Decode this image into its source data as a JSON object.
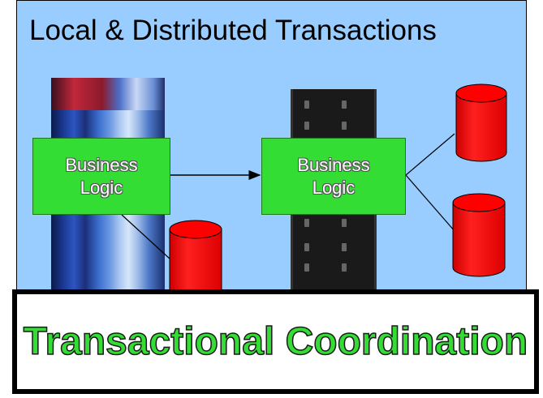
{
  "slide": {
    "title": "Local & Distributed Transactions"
  },
  "nodes": {
    "business_logic_1": "Business\nLogic",
    "business_logic_2": "Business\nLogic"
  },
  "footer": {
    "label": "Transactional Coordination"
  },
  "colors": {
    "background": "#99ccff",
    "logic_box": "#33dd33",
    "database": "#ff0000"
  },
  "icons": [
    "mainframe-server-icon",
    "tower-server-icon",
    "database-cylinder-icon"
  ]
}
